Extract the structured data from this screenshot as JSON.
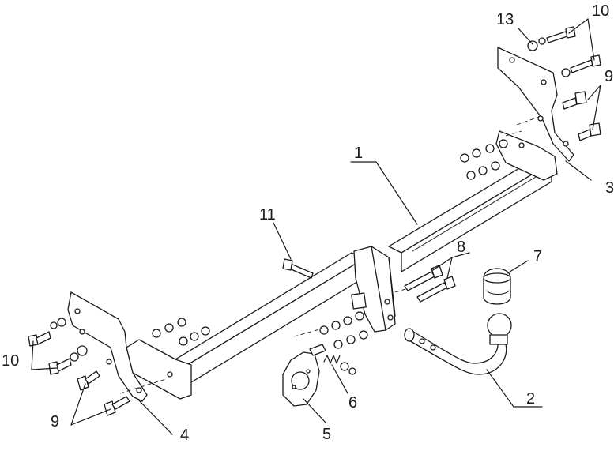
{
  "callouts": {
    "c1": "1",
    "c2": "2",
    "c3": "3",
    "c4": "4",
    "c5": "5",
    "c6": "6",
    "c7": "7",
    "c8": "8",
    "c9_right": "9",
    "c9_left": "9",
    "c10_right": "10",
    "c10_left": "10",
    "c11": "11",
    "c13": "13"
  }
}
